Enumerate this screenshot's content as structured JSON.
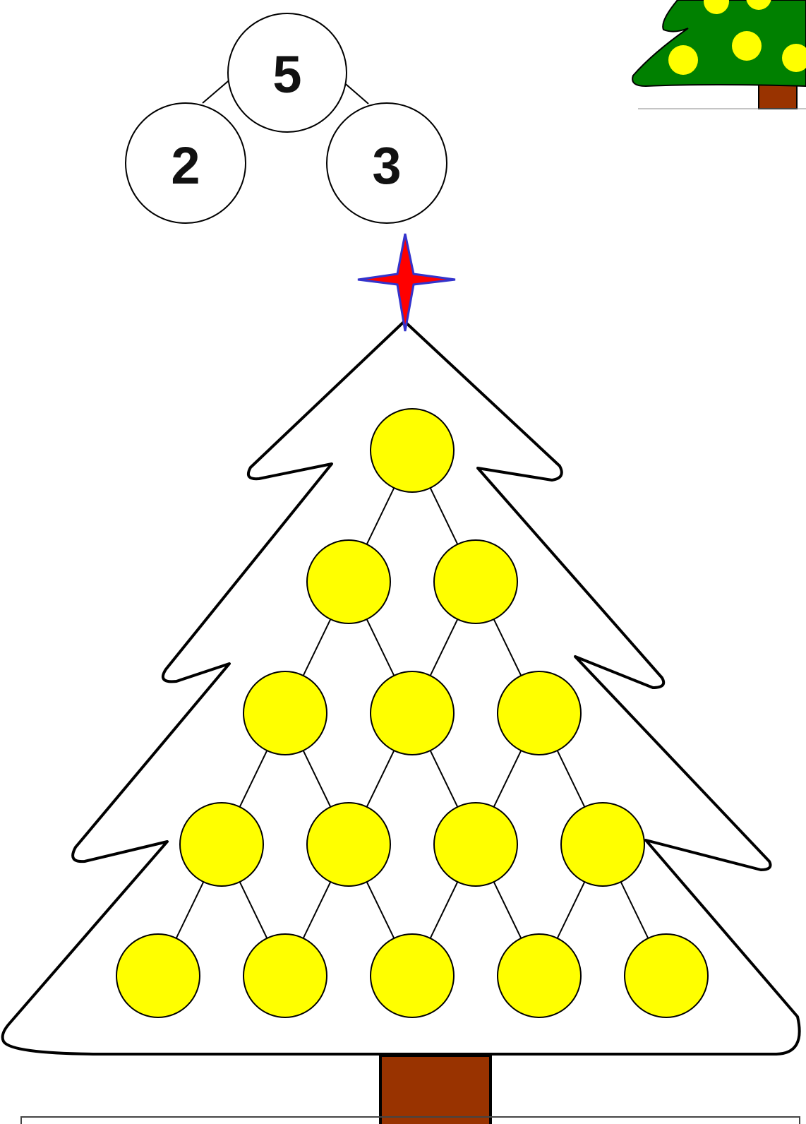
{
  "example": {
    "whole": "5",
    "part_left": "2",
    "part_right": "3"
  },
  "tree": {
    "rows": 5,
    "circles_per_row": [
      1,
      2,
      3,
      4,
      5
    ],
    "circle_labels": []
  },
  "colors": {
    "ornament_fill": "#ffff00",
    "outline": "#000000",
    "trunk": "#993300",
    "star_fill": "#ff0000",
    "star_outline": "#3333cc",
    "small_tree_green": "#008000",
    "small_tree_dots": "#ffff00"
  },
  "icons": [
    "star-icon",
    "christmas-tree-icon"
  ]
}
